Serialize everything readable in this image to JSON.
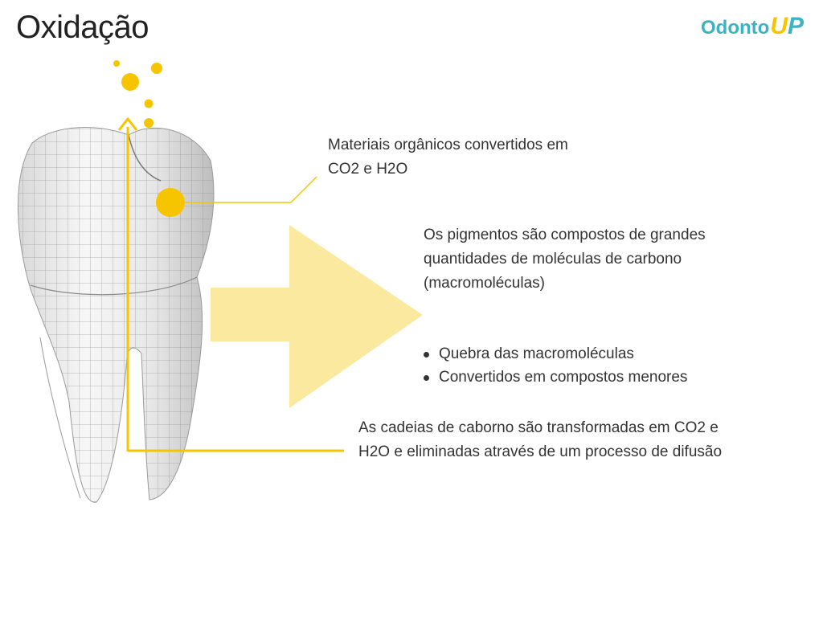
{
  "title": "Oxidação",
  "logo": {
    "text": "Odonto",
    "up": "UP"
  },
  "annotations": {
    "organic": {
      "line1": "Materiais orgânicos convertidos em",
      "line2": "CO2 e H2O"
    },
    "pigments": {
      "line1": "Os pigmentos são compostos de grandes",
      "line2": "quantidades de moléculas de carbono",
      "line3": "(macromoléculas)"
    },
    "bullets": [
      "Quebra das macromoléculas",
      "Convertidos em compostos menores"
    ],
    "chains": {
      "line1": "As cadeias de caborno são transformadas em CO2  e",
      "line2": "H2O e eliminadas através de um processo de difusão"
    }
  },
  "colors": {
    "accent_yellow": "#f6c500",
    "arrow_pale": "#fbe9a0",
    "tooth": "#ededed",
    "brand_teal": "#3bb3c3"
  },
  "icons": {
    "tooth": "tooth-wireframe-illustration",
    "arrow": "right-arrow-shape"
  }
}
